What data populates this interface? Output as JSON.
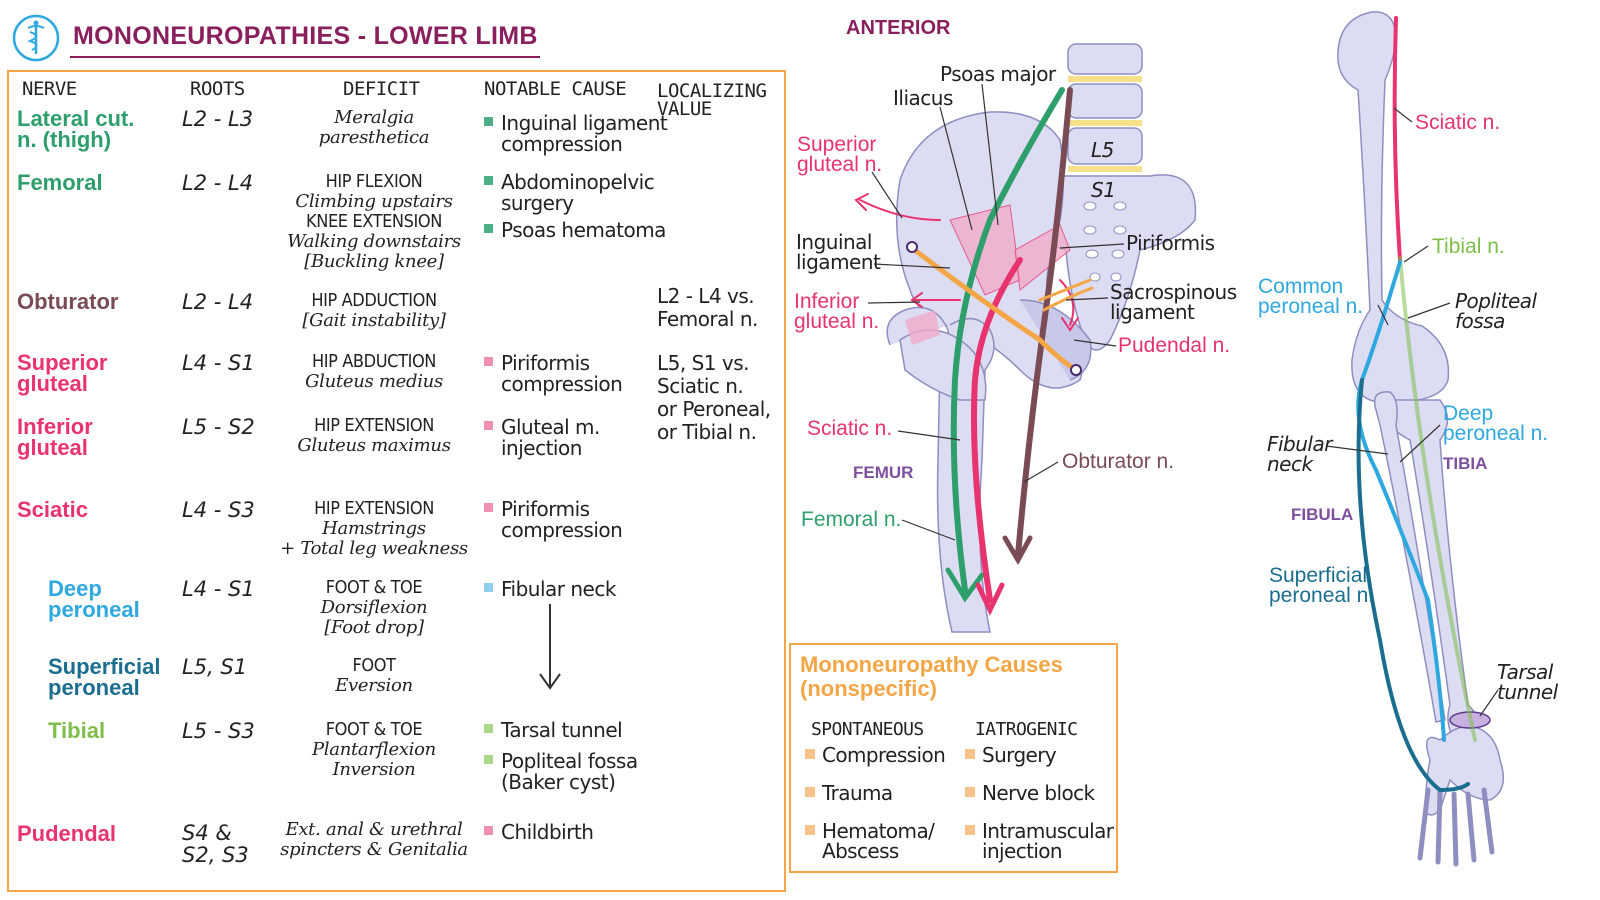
{
  "title": "MONONEUROPATHIES - LOWER LIMB",
  "table": {
    "headers": {
      "nerve": "NERVE",
      "roots": "ROOTS",
      "deficit": "DEFICIT",
      "cause": "NOTABLE CAUSE",
      "localizing_1": "LOCALIZING",
      "localizing_2": "VALUE"
    },
    "rows": [
      {
        "nerve_1": "Lateral cut.",
        "nerve_2": "n. (thigh)",
        "color": "#2e9e6b",
        "roots": "L2 - L3",
        "deficit": [
          "Meralgia",
          "paresthetica"
        ],
        "cause": [
          [
            "Inguinal ligament",
            "compression"
          ]
        ],
        "cause_color": "#4caf87"
      },
      {
        "nerve_1": "Femoral",
        "color": "#2e9e6b",
        "roots": "L2 - L4",
        "deficit": [
          "HIP FLEXION",
          "Climbing upstairs",
          "KNEE EXTENSION",
          "Walking downstairs",
          "[Buckling knee]"
        ],
        "cause": [
          [
            "Abdominopelvic",
            "surgery"
          ],
          [
            "Psoas hematoma"
          ]
        ],
        "cause_color": "#4caf87"
      },
      {
        "nerve_1": "Obturator",
        "color": "#7a4a55",
        "roots": "L2 - L4",
        "deficit": [
          "HIP ADDUCTION",
          "[Gait instability]"
        ],
        "localizing": [
          "L2 - L4 vs.",
          "Femoral n."
        ]
      },
      {
        "nerve_1": "Superior",
        "nerve_2": "gluteal",
        "color": "#e8336e",
        "roots": "L4 - S1",
        "deficit": [
          "HIP ABDUCTION",
          "Gluteus medius"
        ],
        "cause": [
          [
            "Piriformis",
            "compression"
          ]
        ],
        "cause_color": "#f08fb0",
        "localizing": [
          "L5, S1 vs.",
          "Sciatic n.",
          "or Peroneal,",
          "or Tibial n."
        ]
      },
      {
        "nerve_1": "Inferior",
        "nerve_2": "gluteal",
        "color": "#e8336e",
        "roots": "L5 - S2",
        "deficit": [
          "HIP EXTENSION",
          "Gluteus maximus"
        ],
        "cause": [
          [
            "Gluteal m.",
            "injection"
          ]
        ],
        "cause_color": "#f08fb0"
      },
      {
        "nerve_1": "Sciatic",
        "color": "#e8336e",
        "roots": "L4 - S3",
        "deficit": [
          "HIP EXTENSION",
          "Hamstrings",
          "+ Total leg weakness"
        ],
        "cause": [
          [
            "Piriformis",
            "compression"
          ]
        ],
        "cause_color": "#f08fb0"
      },
      {
        "nerve_1": "Deep",
        "nerve_2": "peroneal",
        "color": "#2fa8e0",
        "roots": "L4 - S1",
        "deficit": [
          "FOOT & TOE",
          "Dorsiflexion",
          "[Foot drop]"
        ],
        "cause": [
          [
            "Fibular neck"
          ]
        ],
        "cause_color": "#8fd0ef"
      },
      {
        "nerve_1": "Superficial",
        "nerve_2": "peroneal",
        "color": "#1b6e8f",
        "roots": "L5, S1",
        "deficit": [
          "FOOT",
          "Eversion"
        ]
      },
      {
        "nerve_1": "Tibial",
        "color": "#7fbe4a",
        "roots": "L5 - S3",
        "deficit": [
          "FOOT & TOE",
          "Plantarflexion",
          "Inversion"
        ],
        "cause": [
          [
            "Tarsal tunnel"
          ],
          [
            "Popliteal fossa",
            "(Baker cyst)"
          ]
        ],
        "cause_color": "#a9d88a"
      },
      {
        "nerve_1": "Pudendal",
        "color": "#e8336e",
        "roots_1": "S4 &",
        "roots_2": "S2, S3",
        "deficit": [
          "Ext. anal & urethral",
          "spincters & Genitalia"
        ],
        "cause": [
          [
            "Childbirth"
          ]
        ],
        "cause_color": "#f08fb0"
      }
    ]
  },
  "pelvis_labels": {
    "anterior": "ANTERIOR",
    "psoas": "Psoas major",
    "iliacus": "Iliacus",
    "sup_gluteal_1": "Superior",
    "sup_gluteal_2": "gluteal n.",
    "l5": "L5",
    "s1": "S1",
    "inguinal_1": "Inguinal",
    "inguinal_2": "ligament",
    "piriformis": "Piriformis",
    "inf_gluteal_1": "Inferior",
    "inf_gluteal_2": "gluteal n.",
    "sacro_1": "Sacrospinous",
    "sacro_2": "ligament",
    "pudendal": "Pudendal n.",
    "sciatic": "Sciatic n.",
    "obturator": "Obturator n.",
    "femur": "FEMUR",
    "femoral": "Femoral n."
  },
  "causes_box": {
    "title_1": "Mononeuropathy Causes",
    "title_2": "(nonspecific)",
    "spont_head": "SPONTANEOUS",
    "iatro_head": "IATROGENIC",
    "spont": [
      [
        "Compression"
      ],
      [
        "Trauma"
      ],
      [
        "Hematoma/",
        "Abscess"
      ]
    ],
    "iatro": [
      [
        "Surgery"
      ],
      [
        "Nerve block"
      ],
      [
        "Intramuscular",
        "injection"
      ]
    ]
  },
  "leg_labels": {
    "sciatic": "Sciatic n.",
    "tibial": "Tibial n.",
    "common_1": "Common",
    "common_2": "peroneal n.",
    "popliteal_1": "Popliteal",
    "popliteal_2": "fossa",
    "deep_1": "Deep",
    "deep_2": "peroneal n.",
    "fibular_1": "Fibular",
    "fibular_2": "neck",
    "tibia": "TIBIA",
    "fibula": "FIBULA",
    "superficial_1": "Superficial",
    "superficial_2": "peroneal n.",
    "tarsal_1": "Tarsal",
    "tarsal_2": "tunnel"
  },
  "colors": {
    "title": "#8a1f5e",
    "orange_border": "#f4a646",
    "bone_fill": "#dcdcf2",
    "bone_stroke": "#8e8ec0",
    "bone_label": "#7d4f9e",
    "green": "#2e9e6b",
    "pink": "#e8336e",
    "brown": "#7a4a55",
    "orange_nerve": "#f4a646",
    "light_blue": "#2fa8e0",
    "dark_blue": "#1b6e8f",
    "tibial_green": "#7fbe4a"
  },
  "icons": {
    "logo": "caduceus-icon",
    "arrow": "down-arrow-icon"
  }
}
